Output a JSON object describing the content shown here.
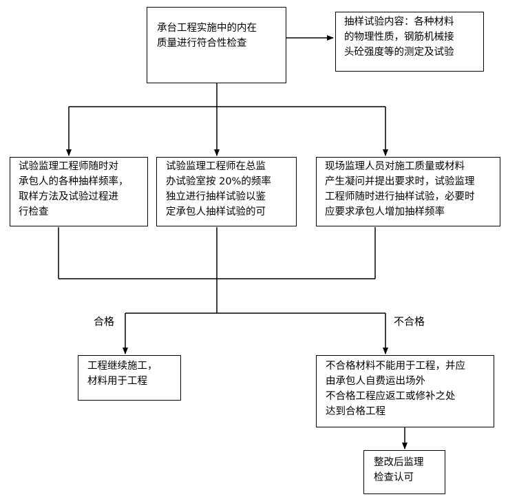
{
  "boxes": {
    "root": {
      "lines": [
        "承台工程实施中的内在",
        "质量进行符合性检查"
      ]
    },
    "sampling_content": {
      "lines": [
        "抽样试验内容：各种材料",
        "的物理性质，钢筋机械接",
        "头砼强度等的测定及试验"
      ]
    },
    "engineer_check": {
      "lines": [
        "试验监理工程师随时对",
        "承包人的各种抽样频率，",
        "取样方法及试验过程进",
        "行检查"
      ]
    },
    "independent_test": {
      "lines": [
        "试验监理工程师在总监",
        "办试验室按  20%的频率",
        "独立进行抽样试验以鉴",
        "定承包人抽样试验的可"
      ]
    },
    "onsite_request": {
      "lines": [
        "现场监理人员对施工质量或材料",
        "产生凝问并提出要求时，试验监理",
        "工程师随时进行抽样试验，必要时",
        "应要求承包人增加抽样频率"
      ]
    },
    "pass_result": {
      "lines": [
        "工程继续施工，",
        "材料用于工程"
      ]
    },
    "fail_result": {
      "lines": [
        "不合格材料不能用于工程，并应",
        "由承包人自费运出场外",
        "不合格工程应返工或修补之处",
        "达到合格工程"
      ]
    },
    "rectify": {
      "lines": [
        "整改后监理",
        "检查认可"
      ]
    }
  },
  "labels": {
    "pass": "合格",
    "fail": "不合格"
  }
}
